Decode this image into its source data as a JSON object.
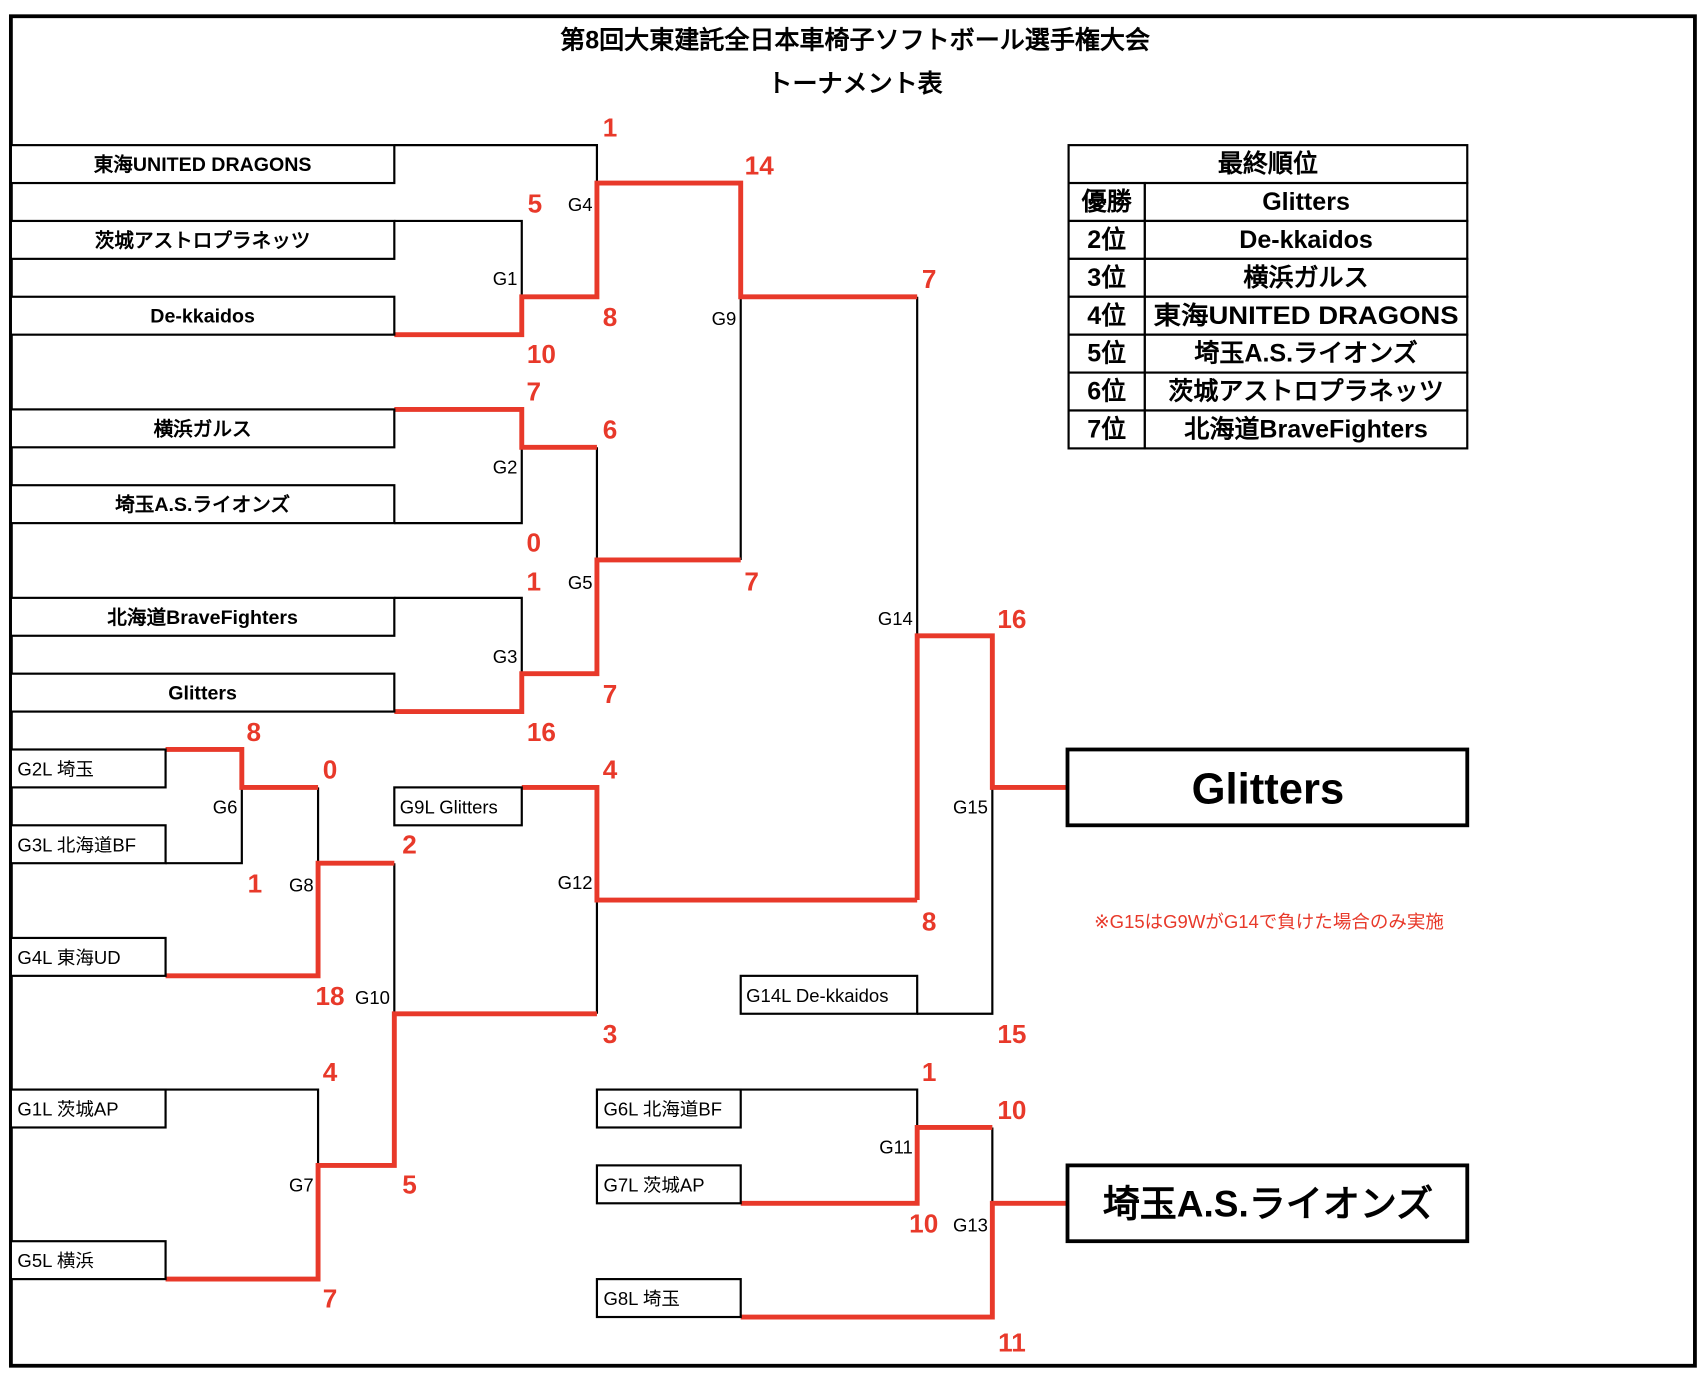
{
  "title": {
    "line1": "第8回大東建託全日本車椅子ソフトボール選手権大会",
    "line2": "トーナメント表"
  },
  "teams": [
    "東海UNITED DRAGONS",
    "茨城アストロプラネッツ",
    "De-kkaidos",
    "横浜ガルス",
    "埼玉A.S.ライオンズ",
    "北海道BraveFighters",
    "Glitters"
  ],
  "loser_slots": {
    "g2l": "G2L 埼玉",
    "g3l": "G3L 北海道BF",
    "g4l": "G4L 東海UD",
    "g1l": "G1L 茨城AP",
    "g5l": "G5L 横浜",
    "g9l": "G9L Glitters",
    "g14l": "G14L De-kkaidos",
    "g6l": "G6L 北海道BF",
    "g7l": "G7L  茨城AP",
    "g8l": "G8L 埼玉"
  },
  "games": {
    "g1": "G1",
    "g2": "G2",
    "g3": "G3",
    "g4": "G4",
    "g5": "G5",
    "g6": "G6",
    "g7": "G7",
    "g8": "G8",
    "g9": "G9",
    "g10": "G10",
    "g11": "G11",
    "g12": "G12",
    "g13": "G13",
    "g14": "G14",
    "g15": "G15"
  },
  "scores": {
    "g1_top": "5",
    "g1_bot": "10",
    "g2_top": "7",
    "g2_bot": "0",
    "g3_top": "1",
    "g3_bot": "16",
    "g4_top": "1",
    "g4_bot": "8",
    "g5_top": "6",
    "g5_bot": "7",
    "g9_top": "14",
    "g9_bot": "7",
    "g6_top": "8",
    "g6_bot": "1",
    "g8_top": "0",
    "g8_bot": "18",
    "g7_top": "4",
    "g7_bot": "7",
    "g10_top": "2",
    "g10_bot": "5",
    "g12_top": "4",
    "g12_bot": "3",
    "g14_top": "7",
    "g14_bot": "8",
    "g15_top": "16",
    "g15_bot": "15",
    "g11_top": "1",
    "g11_bot": "10",
    "g13_top": "10",
    "g13_bot": "11"
  },
  "ranking": {
    "header": "最終順位",
    "rows": [
      {
        "place": "優勝",
        "team": "Glitters"
      },
      {
        "place": "2位",
        "team": "De-kkaidos"
      },
      {
        "place": "3位",
        "team": "横浜ガルス"
      },
      {
        "place": "4位",
        "team": "東海UNITED DRAGONS"
      },
      {
        "place": "5位",
        "team": "埼玉A.S.ライオンズ"
      },
      {
        "place": "6位",
        "team": "茨城アストロプラネッツ"
      },
      {
        "place": "7位",
        "team": "北海道BraveFighters"
      }
    ]
  },
  "winners": {
    "main": "Glitters",
    "lower": "埼玉A.S.ライオンズ"
  },
  "note": "※G15はG9WがG14で負けた場合のみ実施",
  "colors": {
    "winner_line": "#e8392a",
    "score": "#e8392a",
    "line": "#000000"
  }
}
